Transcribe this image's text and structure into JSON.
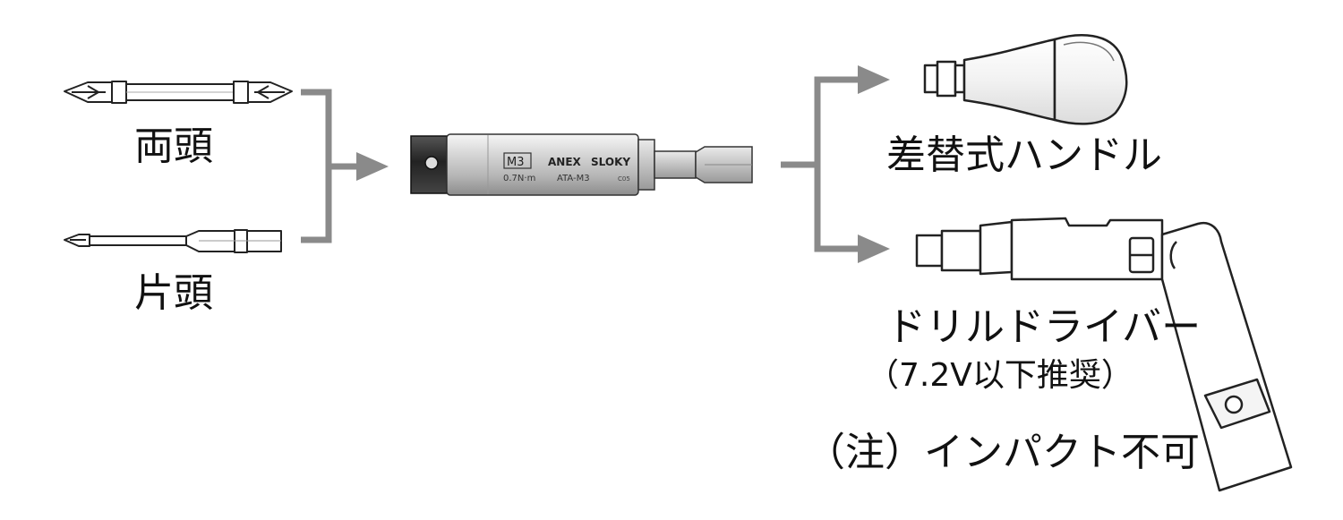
{
  "labels": {
    "double_ended_bit": "両頭",
    "single_ended_bit": "片頭",
    "interchangeable_handle": "差替式ハンドル",
    "drill_driver": "ドリルドライバー",
    "drill_driver_note": "（7.2V以下推奨）",
    "impact_note": "（注）インパクト不可"
  },
  "holder_markings": {
    "size": "M3",
    "brand": "ANEX",
    "product": "SLOKY",
    "torque": "0.7N·m",
    "model": "ATA-M3",
    "code": "C05"
  },
  "colors": {
    "connector": "#8a8a8a",
    "outline": "#222222",
    "metal_light": "#e6e6e6",
    "metal_mid": "#bdbdbd",
    "metal_dark": "#7a7a7a"
  }
}
